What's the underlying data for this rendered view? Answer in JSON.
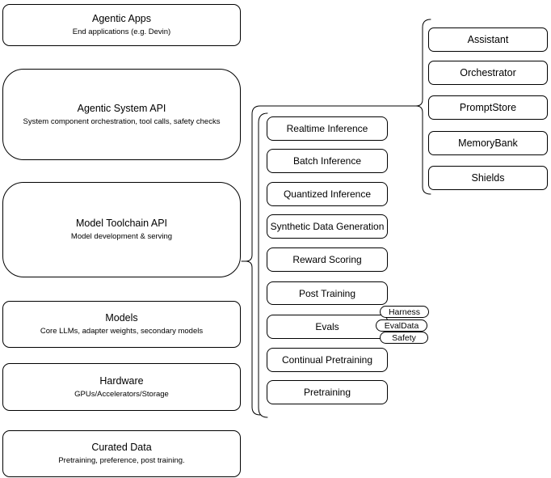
{
  "diagram": {
    "layers": [
      {
        "title": "Agentic Apps",
        "subtitle": "End applications (e.g. Devin)"
      },
      {
        "title": "Agentic System API",
        "subtitle": "System component orchestration, tool calls, safety checks"
      },
      {
        "title": "Model Toolchain API",
        "subtitle": "Model development & serving"
      },
      {
        "title": "Models",
        "subtitle": "Core LLMs, adapter weights, secondary models"
      },
      {
        "title": "Hardware",
        "subtitle": "GPUs/Accelerators/Storage"
      },
      {
        "title": "Curated Data",
        "subtitle": "Pretraining, preference, post training."
      }
    ],
    "toolchain_services": [
      "Realtime Inference",
      "Batch Inference",
      "Quantized Inference",
      "Synthetic Data Generation",
      "Reward Scoring",
      "Post Training",
      "Evals",
      "Continual Pretraining",
      "Pretraining"
    ],
    "eval_tags": [
      "Harness",
      "EvalData",
      "Safety"
    ],
    "system_components": [
      "Assistant",
      "Orchestrator",
      "PromptStore",
      "MemoryBank",
      "Shields"
    ],
    "colors": {
      "stroke": "#000000",
      "fill": "#ffffff",
      "text": "#000000",
      "background": "#ffffff"
    }
  }
}
